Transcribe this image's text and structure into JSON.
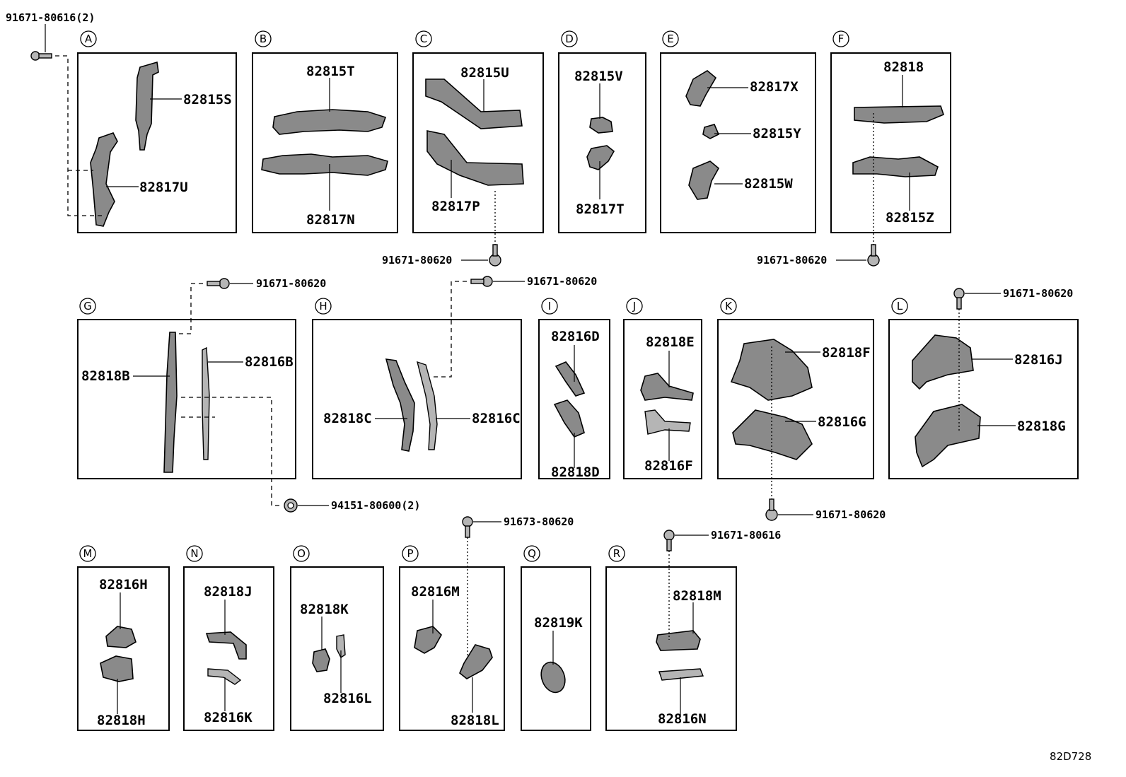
{
  "diagram_code": "82D728",
  "groups": [
    {
      "letter": "A",
      "parts": [
        "82815S",
        "82817U"
      ]
    },
    {
      "letter": "B",
      "parts": [
        "82815T",
        "82817N"
      ]
    },
    {
      "letter": "C",
      "parts": [
        "82815U",
        "82817P"
      ]
    },
    {
      "letter": "D",
      "parts": [
        "82815V",
        "82817T"
      ]
    },
    {
      "letter": "E",
      "parts": [
        "82817X",
        "82815Y",
        "82815W"
      ]
    },
    {
      "letter": "F",
      "parts": [
        "82818",
        "82815Z"
      ]
    },
    {
      "letter": "G",
      "parts": [
        "82818B",
        "82816B"
      ]
    },
    {
      "letter": "H",
      "parts": [
        "82818C",
        "82816C"
      ]
    },
    {
      "letter": "I",
      "parts": [
        "82816D",
        "82818D"
      ]
    },
    {
      "letter": "J",
      "parts": [
        "82818E",
        "82816F"
      ]
    },
    {
      "letter": "K",
      "parts": [
        "82818F",
        "82816G"
      ]
    },
    {
      "letter": "L",
      "parts": [
        "82816J",
        "82818G"
      ]
    },
    {
      "letter": "M",
      "parts": [
        "82816H",
        "82818H"
      ]
    },
    {
      "letter": "N",
      "parts": [
        "82818J",
        "82816K"
      ]
    },
    {
      "letter": "O",
      "parts": [
        "82818K",
        "82816L"
      ]
    },
    {
      "letter": "P",
      "parts": [
        "82816M",
        "82818L"
      ]
    },
    {
      "letter": "Q",
      "parts": [
        "82819K"
      ]
    },
    {
      "letter": "R",
      "parts": [
        "82818M",
        "82816N"
      ]
    }
  ],
  "fasteners": [
    "91671-80616(2)",
    "91671-80620",
    "91671-80620",
    "91671-80620",
    "91671-80620",
    "91671-80620",
    "94151-80600(2)",
    "91671-80620",
    "91673-80620",
    "91671-80616"
  ]
}
